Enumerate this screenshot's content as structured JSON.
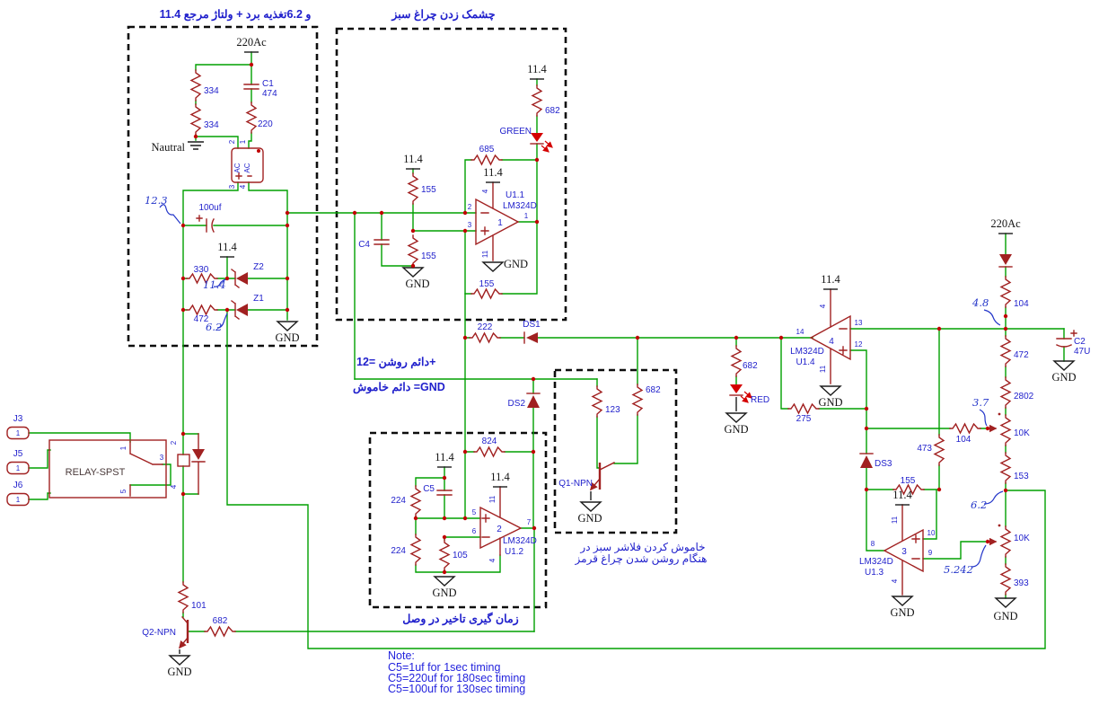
{
  "colors": {
    "wire": "#00A000",
    "component": "#A12121",
    "value_label": "#2222CC",
    "net_label": "#141414",
    "annotation": "#2436C9",
    "persian_text": "#2020CC",
    "note_text": "#2323DD",
    "led": "#D40000"
  },
  "com": {
    "gnd": "GND",
    "v114": "11.4",
    "v220ac": "220Ac",
    "lm324d": "LM324D",
    "r10k": "10K",
    "conn_pin": "1",
    "ac": "AC"
  },
  "pins": {
    "p1": "1",
    "p2": "2",
    "p3": "3",
    "p4": "4",
    "p5": "5",
    "p6": "6",
    "p7": "7",
    "p8": "8",
    "p9": "9",
    "p10": "10",
    "p11": "11",
    "p12": "12",
    "p13": "13",
    "p14": "14"
  },
  "power": {
    "title": "11.4 و 6.2تغذیه برد + ولتاژ مرجع",
    "r334a": "334",
    "r334b": "334",
    "c1_name": "C1",
    "c1_val": "474",
    "r220": "220",
    "neutral": "Nautral",
    "cap_100uf": "100uf",
    "r330": "330",
    "z2": "Z2",
    "r472": "472",
    "z1": "Z1",
    "ann_12_3": "12.3",
    "ann_11_4": "11.4",
    "ann_6_2": "6.2"
  },
  "flasher": {
    "title": "چشمک زدن چراغ سبز",
    "r682": "682",
    "led_label": "GREEN",
    "r685": "685",
    "r155_top": "155",
    "r155_mid": "155",
    "r155_fb": "155",
    "c4": "C4",
    "designator": "U1.1"
  },
  "link": {
    "r222": "222",
    "ds1": "DS1",
    "ds2": "DS2",
    "always_on": "دائم روشن =12+",
    "always_off": "دائم خاموش =GND"
  },
  "q1box": {
    "r123": "123",
    "r682": "682",
    "q1": "Q1-NPN",
    "caption_line1": "خاموش کردن فلاشر سبز در",
    "caption_line2": "هنگام روشن شدن چراغ قرمز"
  },
  "timer": {
    "r824": "824",
    "c5": "C5",
    "r224a": "224",
    "r224b": "224",
    "r105": "105",
    "designator": "U1.2",
    "caption": "زمان گیری تاخیر در وصل"
  },
  "relay": {
    "j3": "J3",
    "j5": "J5",
    "j6": "J6",
    "name": "RELAY-SPST"
  },
  "q2": {
    "r101": "101",
    "r682": "682",
    "q2": "Q2-NPN"
  },
  "redled": {
    "r682": "682",
    "led_label": "RED"
  },
  "u14": {
    "designator": "U1.4",
    "r275": "275"
  },
  "right": {
    "r104_top": "104",
    "ann_4_8": "4.8",
    "r472": "472",
    "c2_name": "C2",
    "c2_val": "47U",
    "r2802": "2802",
    "r104_mid": "104",
    "ann_3_7": "3.7",
    "r473": "473",
    "ds3": "DS3",
    "r155": "155",
    "r153": "153",
    "ann_6_2": "6.2",
    "designator": "U1.3",
    "ann_5_242": "5.242",
    "r393": "393"
  },
  "note": {
    "title": "Note:",
    "line1": "C5=1uf for 1sec timing",
    "line2": "C5=220uf for 180sec timing",
    "line3": "C5=100uf for 130sec timing"
  }
}
